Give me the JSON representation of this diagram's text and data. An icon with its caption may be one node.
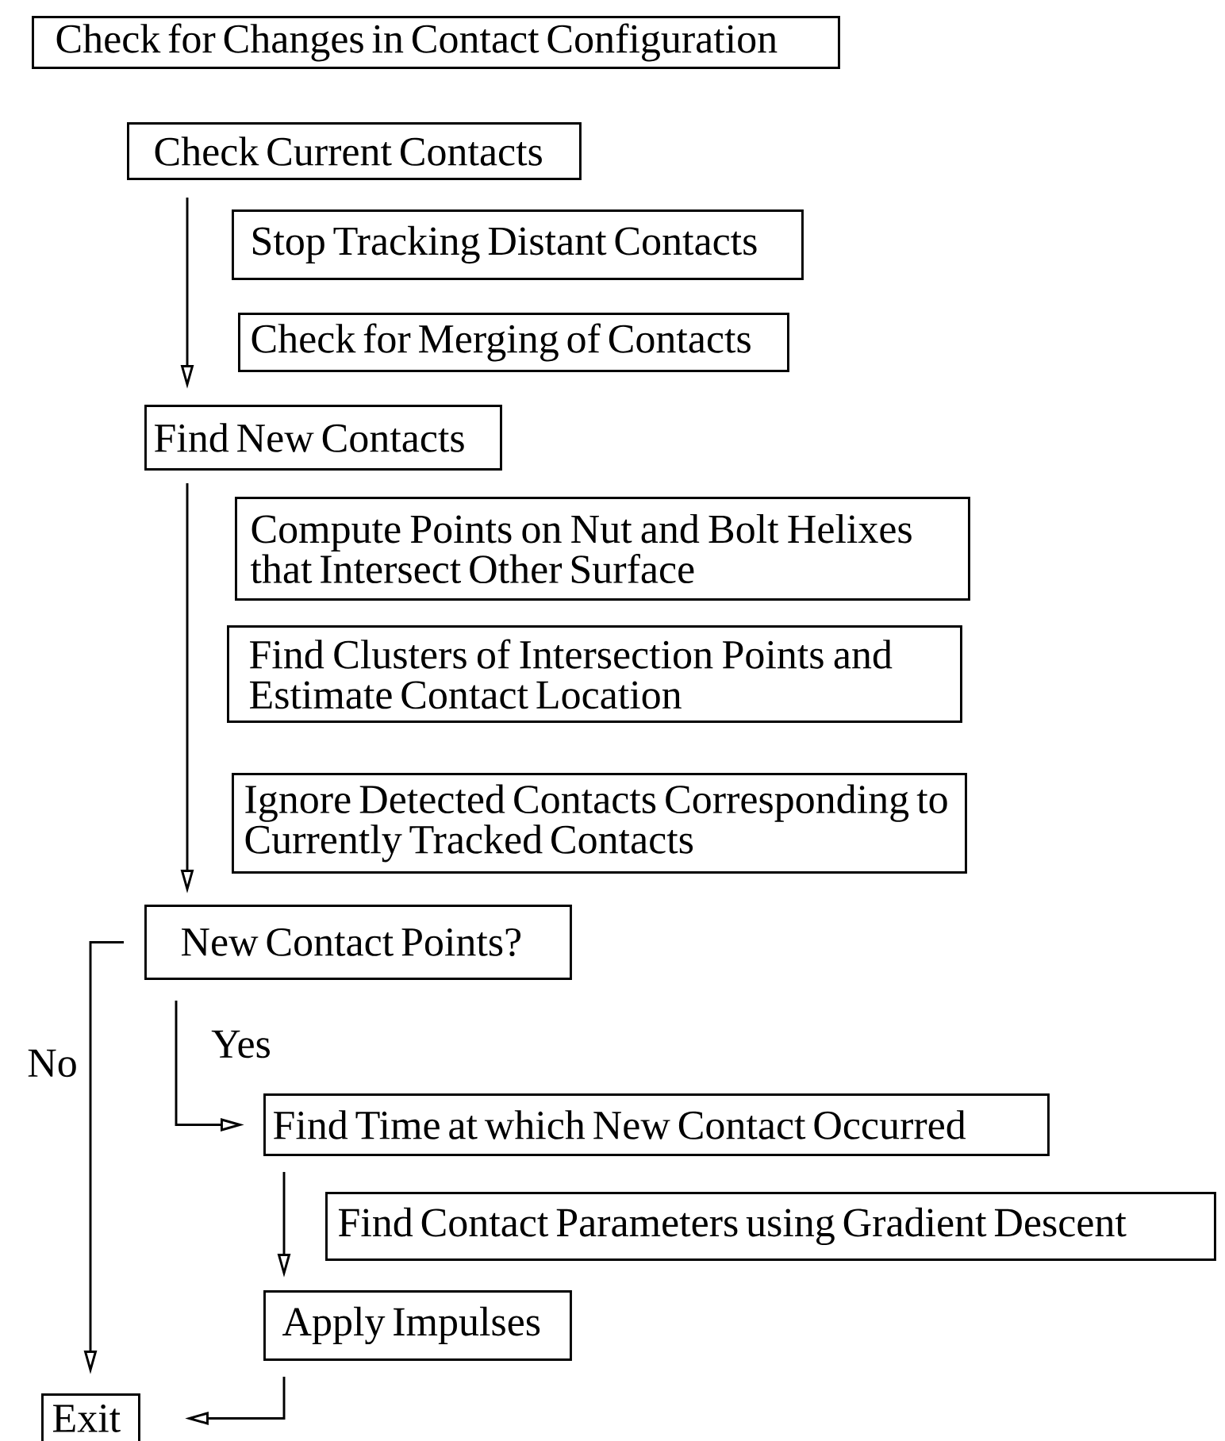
{
  "diagram": {
    "nodes": [
      {
        "text": [
          "Check for Changes in Contact Configuration"
        ]
      },
      {
        "text": [
          "Check Current Contacts"
        ]
      },
      {
        "text": [
          "Stop Tracking Distant Contacts"
        ]
      },
      {
        "text": [
          "Check for Merging of Contacts"
        ]
      },
      {
        "text": [
          "Find New Contacts"
        ]
      },
      {
        "text": [
          "Compute Points on Nut and Bolt Helixes that Intersect Other Surface"
        ]
      },
      {
        "text": [
          "Find Clusters of Intersection Points and Estimate Contact Location"
        ]
      },
      {
        "text": [
          "Ignore Detected Contacts Corresponding to Currently Tracked Contacts"
        ]
      },
      {
        "text": [
          "New Contact Points?"
        ]
      },
      {
        "text": [
          "Find Time at which New Contact Occurred"
        ]
      },
      {
        "text": [
          "Find Contact Parameters using Gradient Descent"
        ]
      },
      {
        "text": [
          "Apply Impulses"
        ]
      },
      {
        "text": [
          "Exit"
        ]
      }
    ],
    "edges": [
      {
        "from": 1,
        "to": 4,
        "arrow": "to"
      },
      {
        "from": 4,
        "to": 8,
        "arrow": "to"
      },
      {
        "from": 8,
        "to": 9,
        "arrow": "to",
        "label": "Yes"
      },
      {
        "from": 8,
        "to": 12,
        "arrow": "to",
        "label": "No"
      },
      {
        "from": 9,
        "to": 11,
        "arrow": "to"
      },
      {
        "from": 11,
        "to": 12,
        "arrow": "to"
      }
    ]
  }
}
